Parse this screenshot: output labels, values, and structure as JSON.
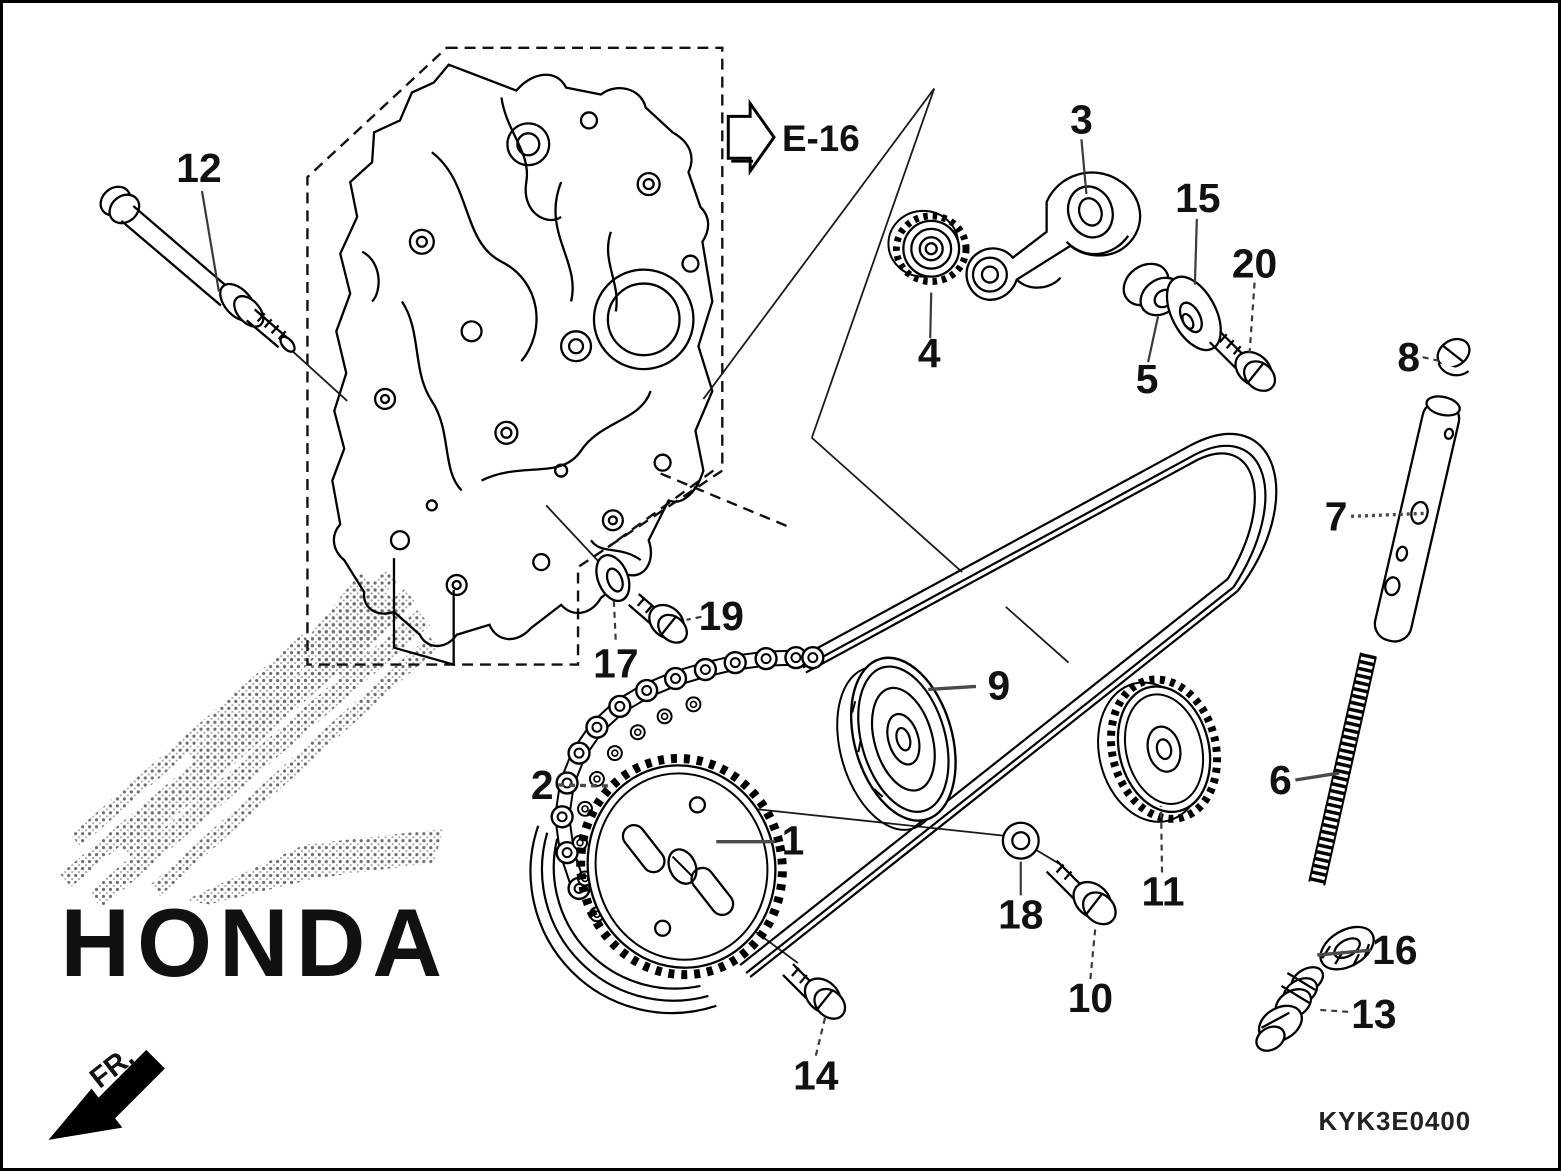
{
  "diagram": {
    "part_code": "KYK3E0400",
    "section_ref": "E-16",
    "direction_label": "FR.",
    "watermark": "HONDA",
    "callouts": [
      "1",
      "2",
      "3",
      "4",
      "5",
      "6",
      "7",
      "8",
      "9",
      "10",
      "11",
      "12",
      "13",
      "14",
      "15",
      "16",
      "17",
      "18",
      "19",
      "20"
    ],
    "colors": {
      "line": "#000000",
      "background": "#ffffff",
      "watermark_dots": "#6e6e6e",
      "leader": "#3a3a3a"
    },
    "icons": {
      "section_arrow": "right-block-arrow-icon",
      "direction_arrow": "front-left-solid-arrow-icon"
    }
  }
}
